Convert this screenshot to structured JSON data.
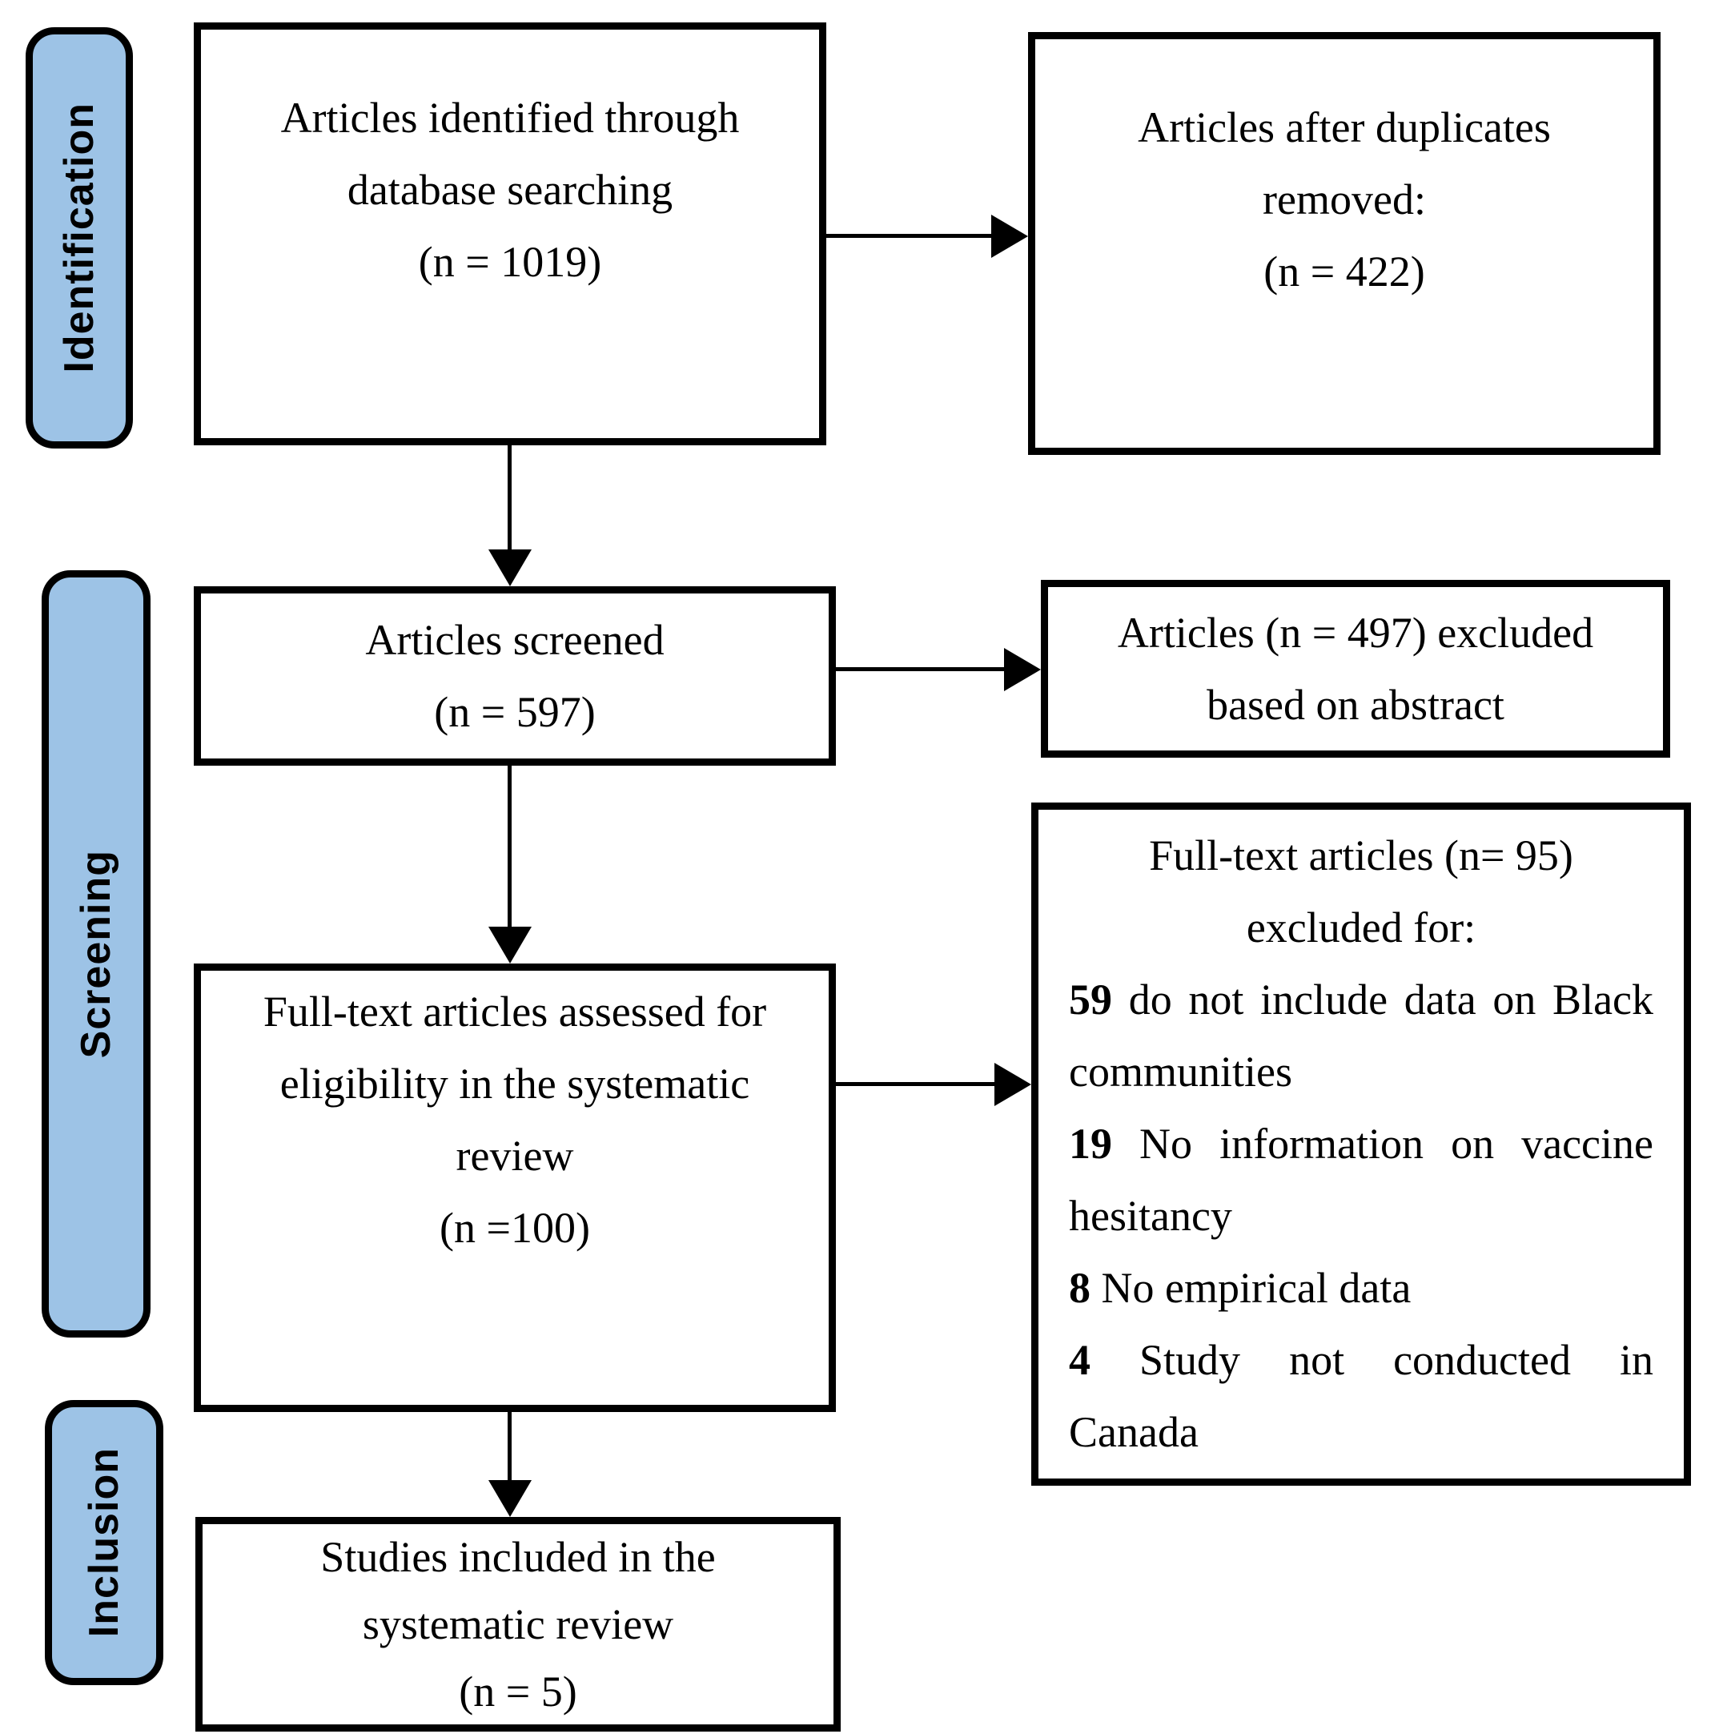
{
  "diagram": {
    "stages": [
      {
        "label": "Identification"
      },
      {
        "label": "Screening"
      },
      {
        "label": "Inclusion"
      }
    ],
    "boxes": {
      "identified": {
        "lines": [
          "Articles identified through",
          "database searching",
          "(n = 1019)"
        ]
      },
      "duplicates_removed": {
        "lines": [
          "Articles after duplicates",
          "removed:",
          "(n = 422)"
        ]
      },
      "screened": {
        "lines": [
          "Articles screened",
          "(n = 597)"
        ]
      },
      "excluded_abstract": {
        "lines": [
          "Articles (n = 497) excluded",
          "based on abstract"
        ]
      },
      "fulltext_assessed": {
        "lines": [
          "Full-text articles assessed for",
          "eligibility in the systematic",
          "review",
          "(n =100)"
        ]
      },
      "fulltext_excluded": {
        "header_lines": [
          "Full-text articles (n= 95)",
          "excluded for:"
        ],
        "reasons": [
          {
            "count": "59",
            "lines": [
              "do not include data on Black",
              "communities"
            ]
          },
          {
            "count": "19",
            "lines": [
              "No information on vaccine",
              "hesitancy"
            ]
          },
          {
            "count": "8",
            "lines": [
              "No empirical data"
            ]
          },
          {
            "count": "4",
            "lines": [
              "Study not conducted in",
              "Canada"
            ]
          }
        ]
      },
      "included": {
        "lines": [
          "Studies included in the",
          "systematic review",
          "(n = 5)"
        ]
      }
    },
    "colors": {
      "stage_fill": "#9DC3E6",
      "border": "#000000",
      "box_fill": "#FFFFFF",
      "text": "#000000"
    }
  }
}
